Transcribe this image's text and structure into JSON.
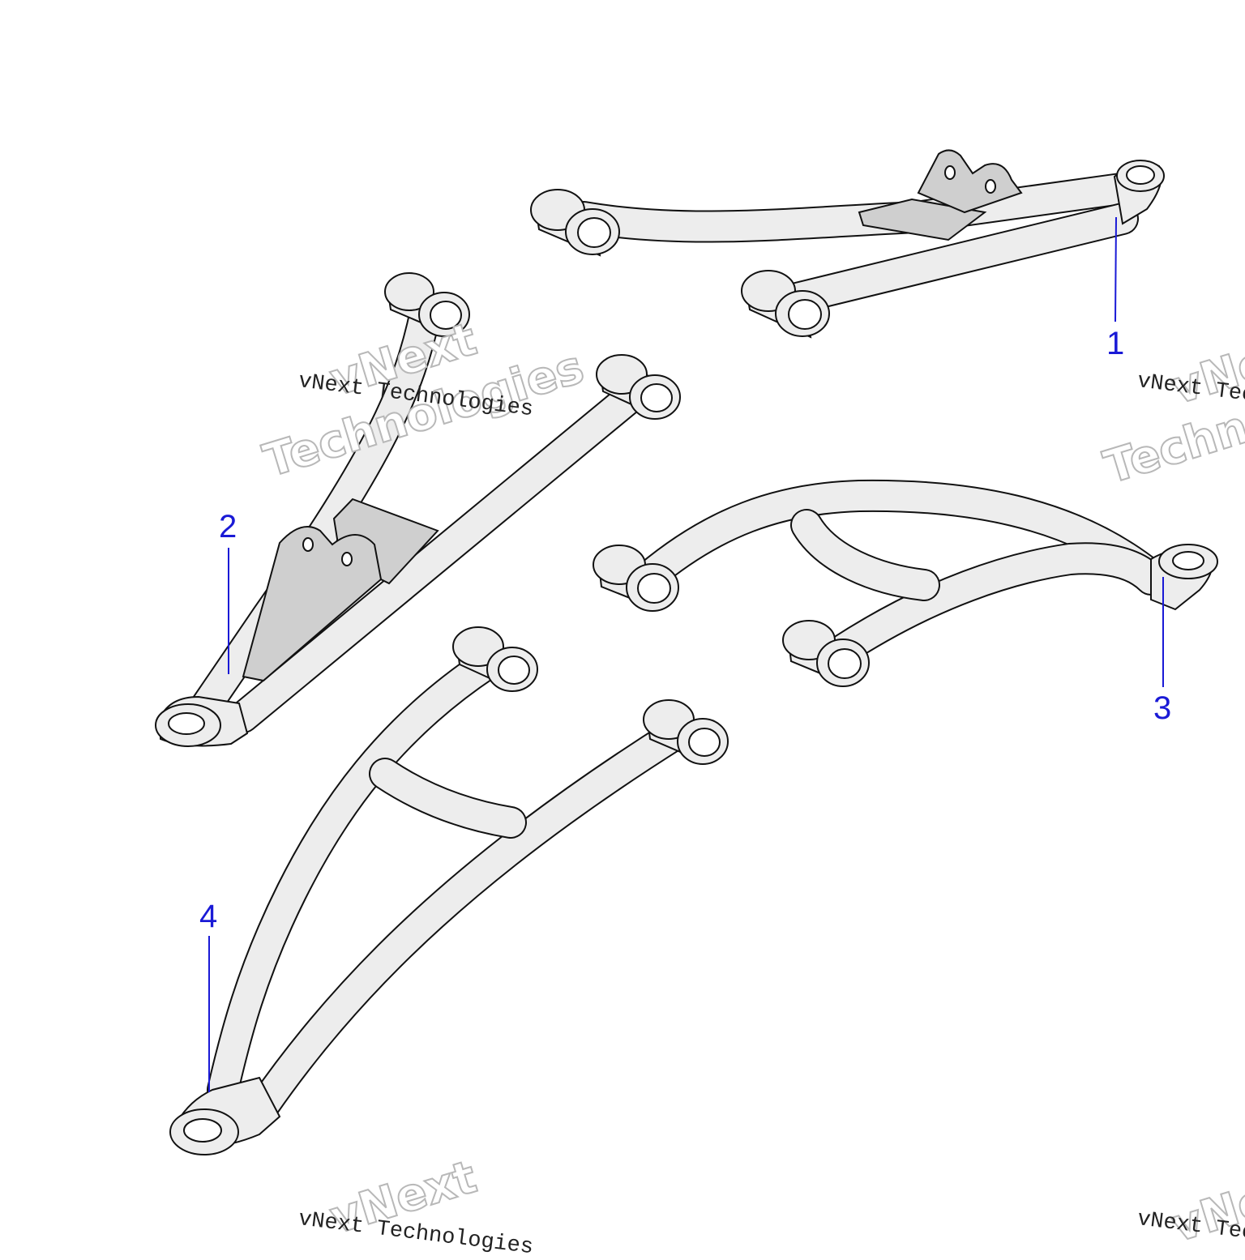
{
  "diagram": {
    "callouts": [
      {
        "id": "1",
        "label": "1"
      },
      {
        "id": "2",
        "label": "2"
      },
      {
        "id": "3",
        "label": "3"
      },
      {
        "id": "4",
        "label": "4"
      }
    ],
    "watermark": {
      "line": "vNext Technologies",
      "big_1": "vNext",
      "big_2": "Technologies"
    },
    "colors": {
      "part_fill": "#ededed",
      "part_stroke": "#111111",
      "bracket_fill": "#cfcfcf",
      "callout": "#1a1ad6",
      "watermark_outline": "#b8b8b8"
    }
  }
}
